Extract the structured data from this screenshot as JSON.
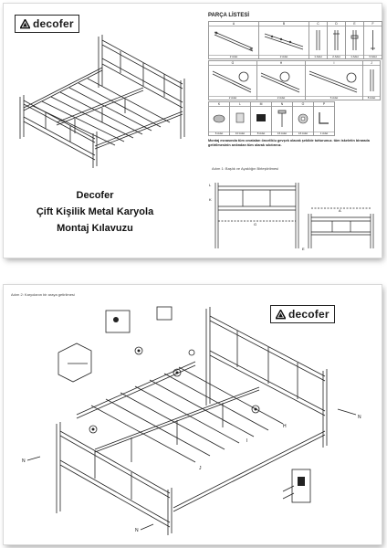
{
  "brand": {
    "name": "decofer"
  },
  "page1": {
    "title_line1": "Decofer",
    "title_line2": "Çift Kişilik Metal Karyola",
    "title_line3": "Montaj Kılavuzu",
    "parts_title": "PARÇA LİSTESİ",
    "parts_row1": [
      {
        "letter": "A",
        "qty": "2 Adet"
      },
      {
        "letter": "B",
        "qty": "2 Adet"
      },
      {
        "letter": "C",
        "qty": "1 Adet"
      },
      {
        "letter": "D",
        "qty": "2 Adet"
      },
      {
        "letter": "E",
        "qty": "1 Adet"
      },
      {
        "letter": "F",
        "qty": "3 Adet"
      }
    ],
    "parts_row2": [
      {
        "letter": "G",
        "qty": "2 Adet"
      },
      {
        "letter": "H",
        "qty": "2 Adet"
      },
      {
        "letter": "I",
        "qty": "6 Adet"
      },
      {
        "letter": "J",
        "qty": "8 Adet"
      }
    ],
    "parts_row3": [
      {
        "letter": "K",
        "qty": "6 Adet"
      },
      {
        "letter": "L",
        "qty": "10 Adet"
      },
      {
        "letter": "M",
        "qty": "8 Adet"
      },
      {
        "letter": "N",
        "qty": "16 Adet"
      },
      {
        "letter": "O",
        "qty": "16 Adet"
      },
      {
        "letter": "P",
        "qty": "1 Adet"
      }
    ],
    "assembly_note": "Montaj esnasında tüm cıvataları önceliklu gevşek olacak şekilde tutturunuz. tüm iskeletin birarada getirilmesinin ardından tüm olarak sıkıtırınız.",
    "step1_title": "Adım 1: Başlık ve Ayaklığın Birleştirilmesi",
    "step1_labels": {
      "L": "L",
      "K": "K",
      "G": "G",
      "A": "A",
      "E": "E"
    }
  },
  "page2": {
    "step2_title": "Adım 2: Karyolanın bir araya getirilmesi",
    "labels": {
      "N": "N",
      "H": "H",
      "J": "J",
      "I": "I"
    }
  }
}
